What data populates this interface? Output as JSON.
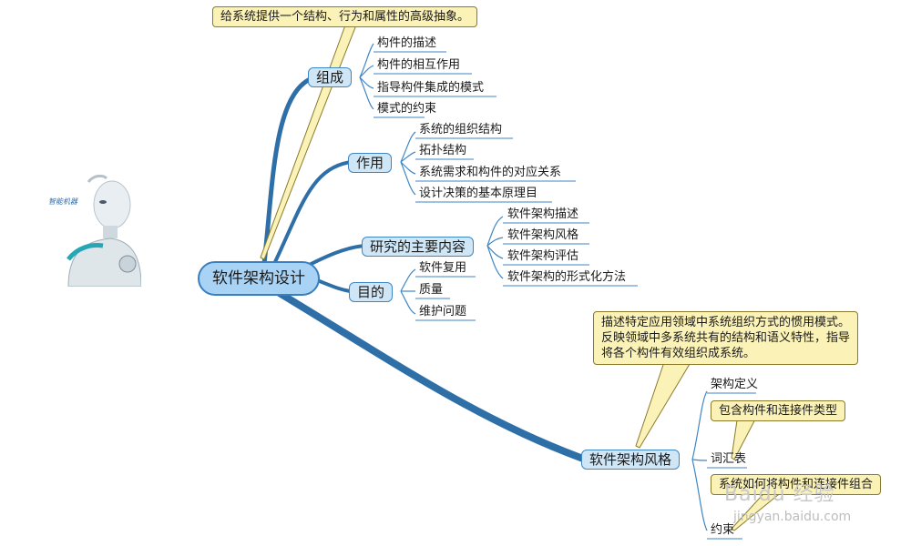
{
  "center": "软件架构设计",
  "branches": {
    "zucheng": "组成",
    "zuoyong": "作用",
    "yanjiu": "研究的主要内容",
    "mudi": "目的",
    "fengge": "软件架构风格"
  },
  "zucheng_items": [
    "构件的描述",
    "构件的相互作用",
    "指导构件集成的模式",
    "模式的约束"
  ],
  "zuoyong_items": [
    "系统的组织结构",
    "拓扑结构",
    "系统需求和构件的对应关系",
    "设计决策的基本原理目"
  ],
  "yanjiu_items": [
    "软件架构描述",
    "软件架构风格",
    "软件架构评估",
    "软件架构的形式化方法"
  ],
  "mudi_items": [
    "软件复用",
    "质量",
    "维护问题"
  ],
  "fengge_items": [
    "架构定义",
    "词汇表",
    "约束"
  ],
  "callouts": {
    "top": "给系统提供一个结构、行为和属性的高级抽象。",
    "style_def_1": "描述特定应用领域中系统组织方式的惯用模式。",
    "style_def_2": "反映领域中多系统共有的结构和语义特性，指导",
    "style_def_3": "将各个构件有效组织成系统。",
    "vocab": "包含构件和连接件类型",
    "constraint": "系统如何将构件和连接件组合"
  },
  "photo_caption": "智能机器",
  "watermark": "Baidu 经验",
  "watermark_url": "jingyan.baidu.com",
  "colors": {
    "branch_stroke": "#2e6fa8",
    "callout_fill": "#fbf2b8",
    "center_fill": "#a9d3f5"
  }
}
